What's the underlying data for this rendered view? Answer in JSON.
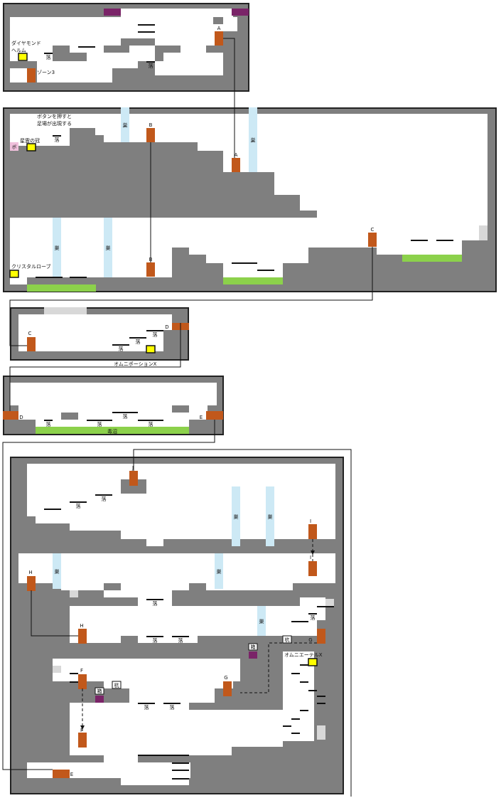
{
  "palette": {
    "wall": "#7f7f7f",
    "frame": "#222222",
    "floor_bg": "#ffffff",
    "door": "#c1581b",
    "item": "#ffff00",
    "waterfall": "#cde9f5",
    "poison": "#8cd14b",
    "purple": "#7a2468",
    "pale_block": "#d8d8d8",
    "switch": "#f0c0dc"
  },
  "doors": {
    "A": "A",
    "B": "B",
    "C": "C",
    "D": "D",
    "E": "E",
    "F": "F",
    "G": "G",
    "H": "H",
    "I": "I",
    "J": "J"
  },
  "labels": {
    "diamond_helm": "ダイヤモンド\nヘルム",
    "zone3": "ゾーン3",
    "button_hint": "ボタンを押すと\n足場が出現する",
    "star_crown": "星霊の冠",
    "crystal_robe": "クリスタルローブ",
    "omni_potion": "オムニポーションX",
    "poison_swamp": "毒沼",
    "omni_ether": "オムニエーテルX",
    "fall": "落",
    "nest": "巣",
    "box": "箱",
    "pit": "杭",
    "switch": "ボ"
  }
}
